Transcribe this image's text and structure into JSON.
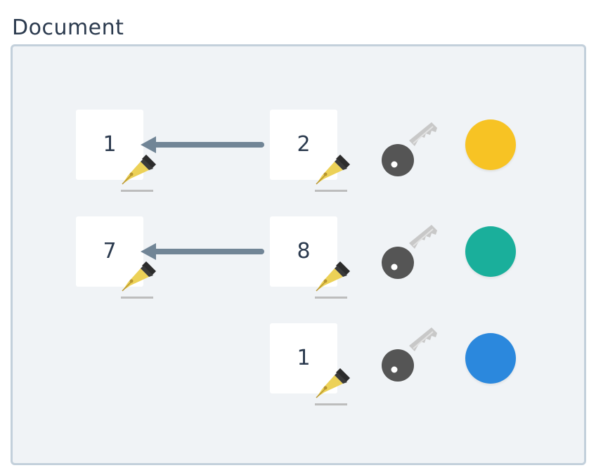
{
  "document": {
    "title": "Document"
  },
  "rows": [
    {
      "left_value": "1",
      "right_value": "2",
      "status_color": "#f7c324"
    },
    {
      "left_value": "7",
      "right_value": "8",
      "status_color": "#1aaf9b"
    },
    {
      "right_value": "1",
      "status_color": "#2b88dd"
    }
  ],
  "icons": {
    "signature": "pen-nib-icon",
    "key": "key-icon",
    "arrow": "arrow-left-icon"
  },
  "colors": {
    "arrow": "#718596",
    "pen_body": "#ecd157",
    "pen_cap": "#2c2c2c",
    "pen_line": "#bdbdbd",
    "key_head": "#555555",
    "key_blade": "#c8c8c8"
  }
}
